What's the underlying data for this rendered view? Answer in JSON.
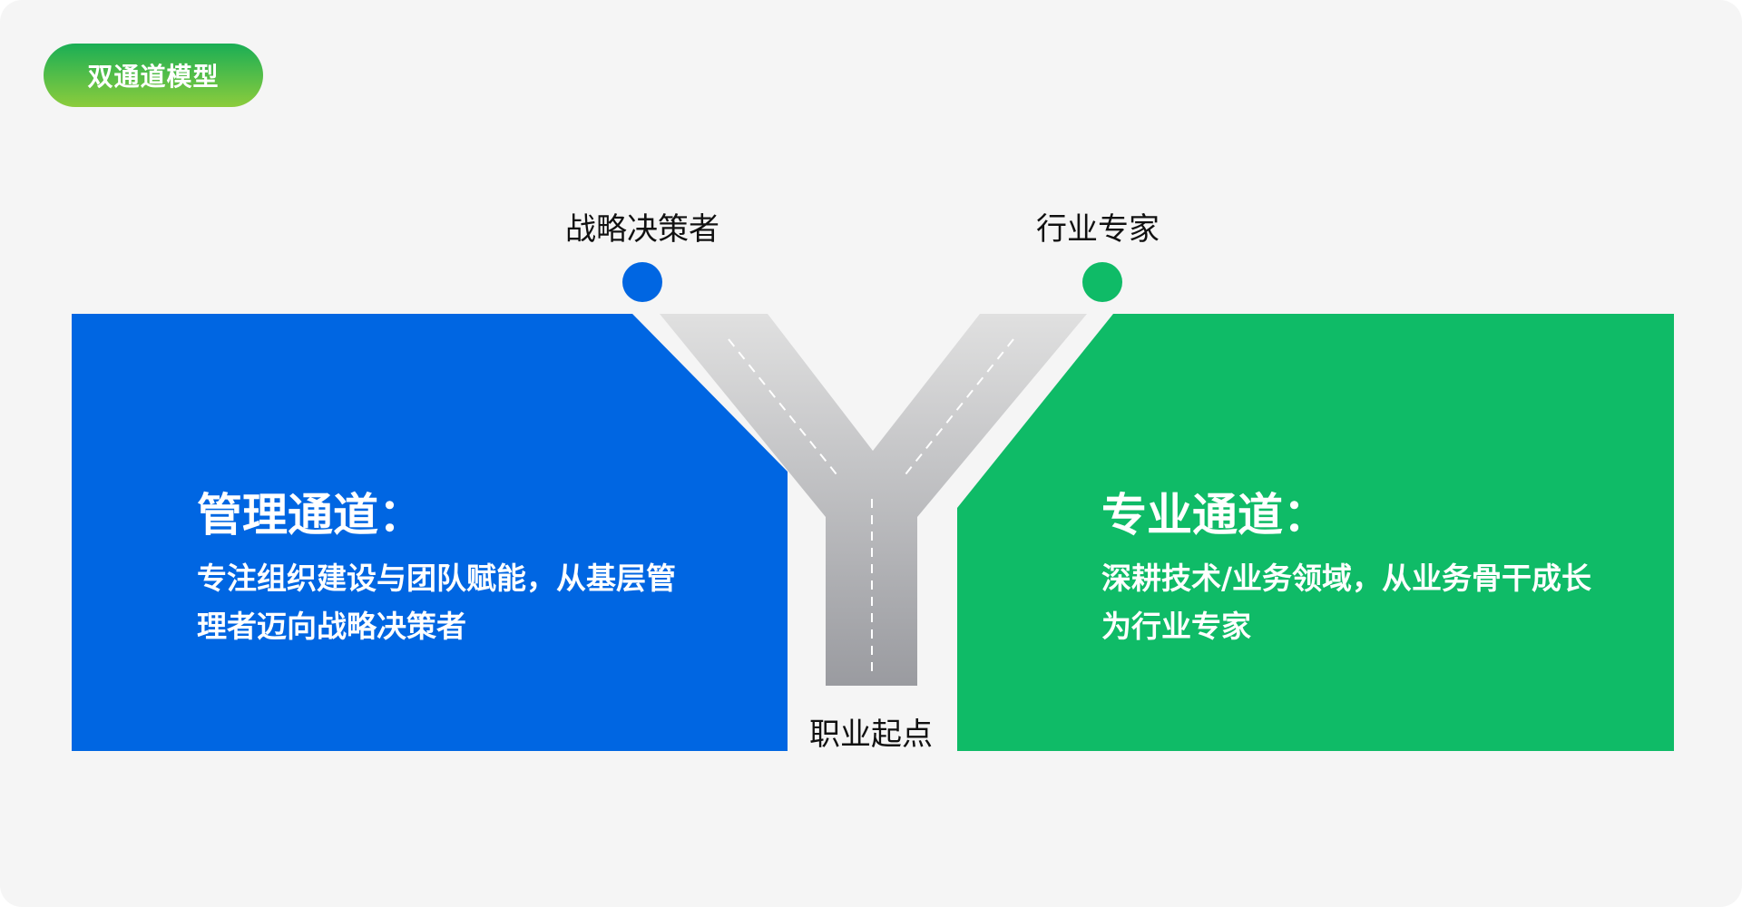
{
  "badge": {
    "label": "双通道模型"
  },
  "destinations": {
    "left": "战略决策者",
    "right": "行业专家"
  },
  "origin": "职业起点",
  "management": {
    "title": "管理通道：",
    "description": "专注组织建设与团队赋能，从基层管理者迈向战略决策者"
  },
  "professional": {
    "title": "专业通道：",
    "description": "深耕技术/业务领域，从业务骨干成长为行业专家"
  },
  "colors": {
    "management": "#0066e2",
    "professional": "#0fbb67",
    "badge_start": "#1aae55",
    "badge_end": "#8ccc3c",
    "road_top": "#e0e0e0",
    "road_bottom": "#9a9ba0"
  }
}
